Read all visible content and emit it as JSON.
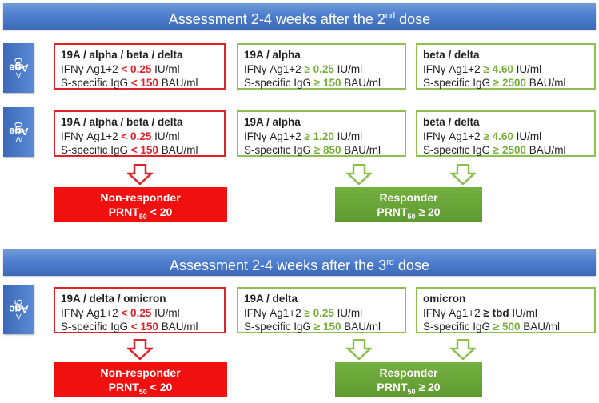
{
  "sections": [
    {
      "title": "Assessment 2-4 weeks after the 2",
      "title_sup": "nd",
      "title_suffix": " dose",
      "groups": [
        {
          "age_label": "Age",
          "age_value": "< 80",
          "boxes": [
            {
              "header": "19A / alpha / beta / delta",
              "l1_prefix": "IFNγ Ag1+2 ",
              "l1_value": "< 0.25",
              "l1_unit": " IU/ml",
              "l2_prefix": "S-specific IgG ",
              "l2_value": "< 150",
              "l2_unit": " BAU/ml"
            },
            {
              "header": "19A / alpha",
              "l1_prefix": "IFNγ Ag1+2 ",
              "l1_value": "≥ 0.25",
              "l1_unit": " IU/ml",
              "l2_prefix": "S-specific IgG ",
              "l2_value": "≥ 150",
              "l2_unit": " BAU/ml"
            },
            {
              "header": "beta / delta",
              "l1_prefix": "IFNγ Ag1+2 ",
              "l1_value": "≥ 4.60",
              "l1_unit": " IU/ml",
              "l2_prefix": "S-specific IgG ",
              "l2_value": "≥ 2500",
              "l2_unit": " BAU/ml"
            }
          ]
        },
        {
          "age_label": "Age",
          "age_value": "≥ 80",
          "boxes": [
            {
              "header": "19A / alpha / beta / delta",
              "l1_prefix": "IFNγ Ag1+2 ",
              "l1_value": "< 0.25",
              "l1_unit": " IU/ml",
              "l2_prefix": "S-specific IgG ",
              "l2_value": "< 150",
              "l2_unit": " BAU/ml"
            },
            {
              "header": "19A / alpha",
              "l1_prefix": "IFNγ Ag1+2 ",
              "l1_value": "≥ 1.20",
              "l1_unit": " IU/ml",
              "l2_prefix": "S-specific IgG ",
              "l2_value": "≥ 850",
              "l2_unit": " BAU/ml"
            },
            {
              "header": "beta / delta",
              "l1_prefix": "IFNγ Ag1+2 ",
              "l1_value": "≥ 4.60",
              "l1_unit": " IU/ml",
              "l2_prefix": "S-specific IgG ",
              "l2_value": "≥ 2500",
              "l2_unit": " BAU/ml"
            }
          ]
        }
      ],
      "nonresponder": {
        "label": "Non-responder",
        "prnt": "PRNT",
        "sub": "50",
        "cond": " < 20"
      },
      "responder": {
        "label": "Responder",
        "prnt": "PRNT",
        "sub": "50",
        "cond": " ≥ 20"
      }
    },
    {
      "title": "Assessment 2-4 weeks after the 3",
      "title_sup": "rd",
      "title_suffix": " dose",
      "groups": [
        {
          "age_label": "Age",
          "age_value": "< 65",
          "boxes": [
            {
              "header": "19A / delta / omicron",
              "l1_prefix": "IFNγ Ag1+2 ",
              "l1_value": "< 0.25",
              "l1_unit": " IU/ml",
              "l2_prefix": "S-specific IgG ",
              "l2_value": "< 150",
              "l2_unit": " BAU/ml"
            },
            {
              "header": "19A / delta",
              "l1_prefix": "IFNγ Ag1+2 ",
              "l1_value": "≥ 0.25",
              "l1_unit": " IU/ml",
              "l2_prefix": "S-specific IgG ",
              "l2_value": "≥ 150",
              "l2_unit": " BAU/ml"
            },
            {
              "header": "omicron",
              "l1_prefix": "IFNγ Ag1+2 ",
              "l1_value": "≥ tbd",
              "l1_unit": " IU/ml",
              "l2_prefix": "S-specific IgG ",
              "l2_value": "≥ 500",
              "l2_unit": " BAU/ml"
            }
          ]
        }
      ],
      "nonresponder": {
        "label": "Non-responder",
        "prnt": "PRNT",
        "sub": "50",
        "cond": " < 20"
      },
      "responder": {
        "label": "Responder",
        "prnt": "PRNT",
        "sub": "50",
        "cond": " ≥ 20"
      }
    }
  ],
  "colors": {
    "negative": "#e0232a",
    "positive": "#77b03c",
    "banner": "#4f7fcf"
  }
}
